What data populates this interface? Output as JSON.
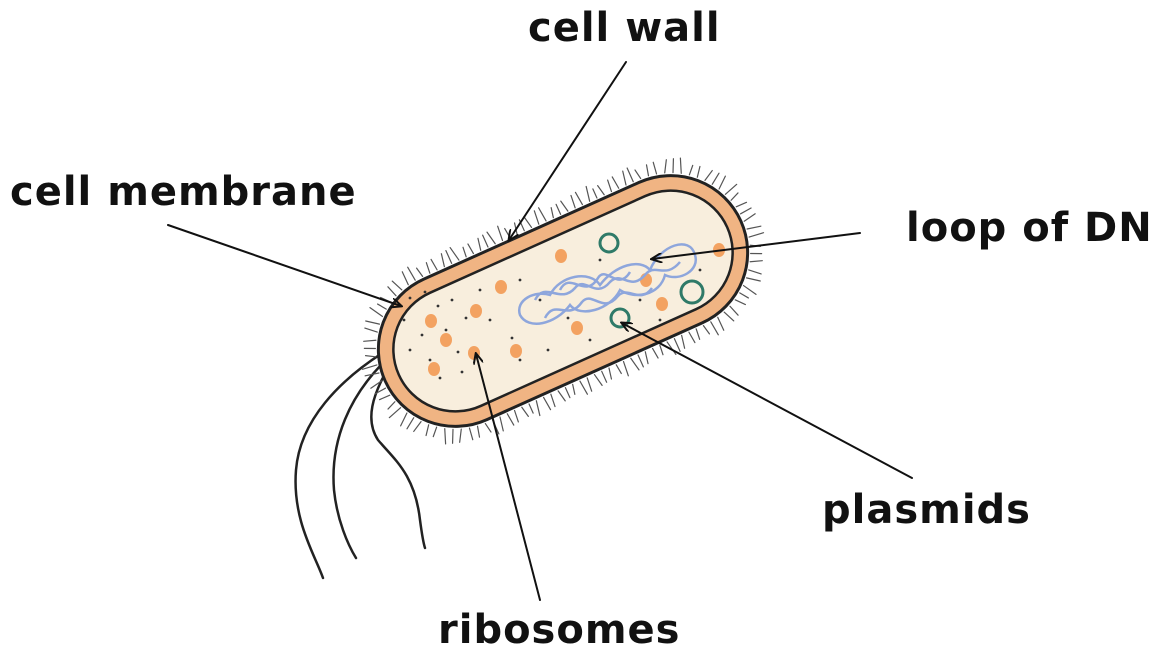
{
  "labels": {
    "cell_wall": "cell wall",
    "cell_membrane": "cell membrane",
    "loop_of_dna": "loop of DNA",
    "plasmids": "plasmids",
    "ribosomes": "ribosomes"
  },
  "colors": {
    "cell_wall": "#f0b483",
    "outline": "#222222",
    "cytoplasm": "#f8eedd",
    "dna": "#8ea6dc",
    "plasmid": "#2f7a68",
    "ribosome": "#f3a261",
    "text": "#111111"
  }
}
